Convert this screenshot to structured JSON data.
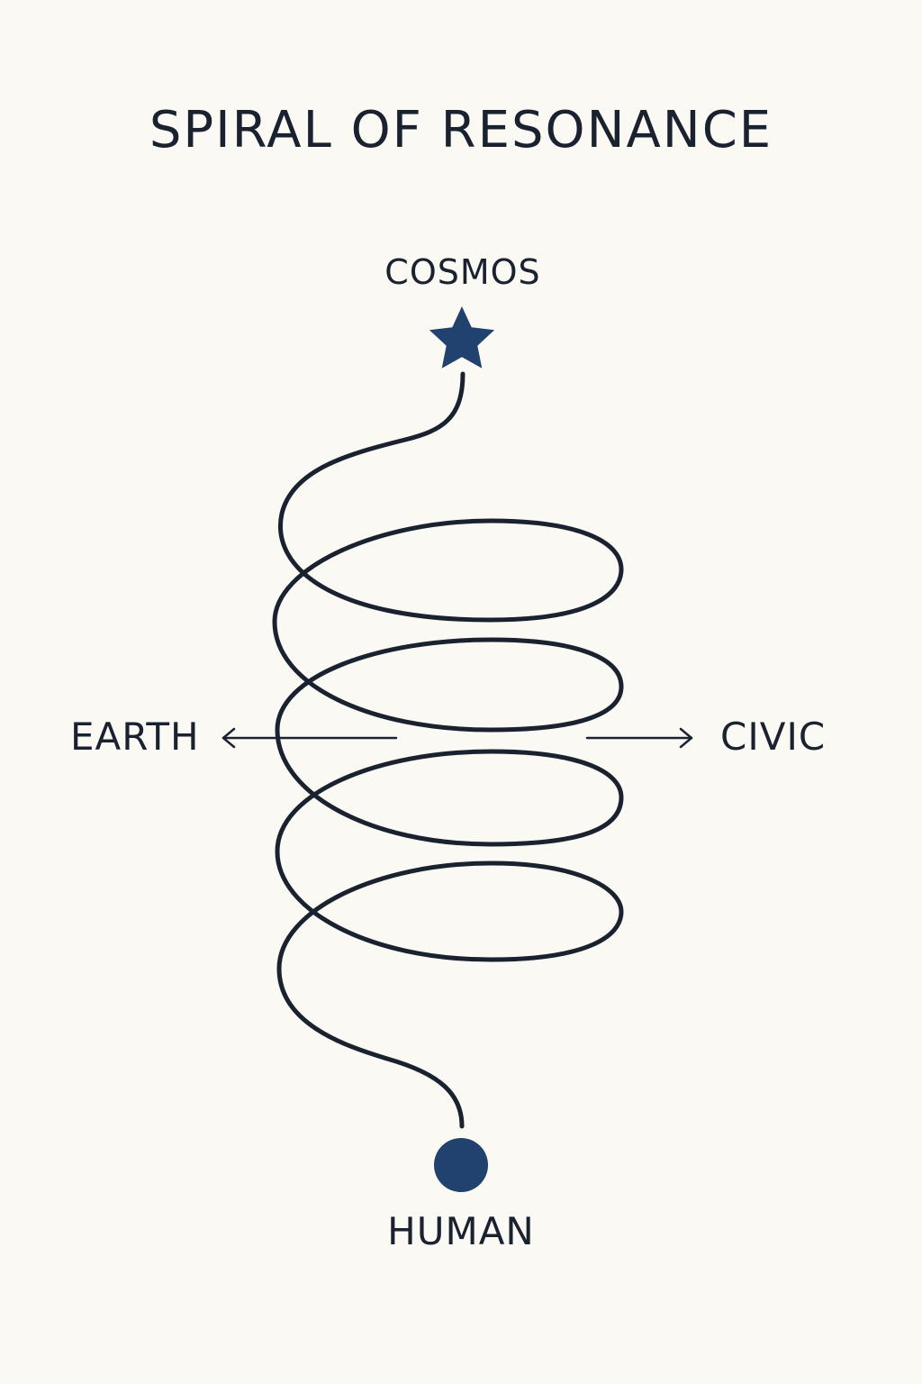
{
  "title": "SPIRAL OF RESONANCE",
  "nodes": {
    "top": "COSMOS",
    "bottom": "HUMAN",
    "left": "EARTH",
    "right": "CIVIC"
  },
  "colors": {
    "background": "#fbf9f4",
    "line": "#1a2230",
    "accent": "#21416f"
  },
  "icons": {
    "top": "star-icon",
    "bottom": "circle-dot-icon"
  }
}
